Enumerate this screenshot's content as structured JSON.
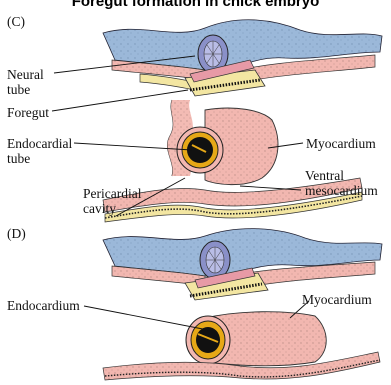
{
  "figure": {
    "title": "Foregut formation in chick embryo",
    "panel_c": "(C)",
    "panel_d": "(D)"
  },
  "labels": {
    "neural_tube": "Neural\ntube",
    "foregut": "Foregut",
    "endocardial_tube": "Endocardial\ntube",
    "pericardial_cavity": "Pericardial\ncavity",
    "myocardium_c": "Myocardium",
    "ventral_mesocardium": "Ventral\nmesocardium",
    "endocardium": "Endocardium",
    "myocardium_d": "Myocardium"
  },
  "colors": {
    "ectoderm": "#9bb8d9",
    "mesoderm": "#f2b7b0",
    "endoderm": "#f3e6a2",
    "neural_tube": "#8a90c8",
    "notochord": "#e79aa6",
    "endocardium": "#e6a817",
    "lumen": "#111111"
  }
}
